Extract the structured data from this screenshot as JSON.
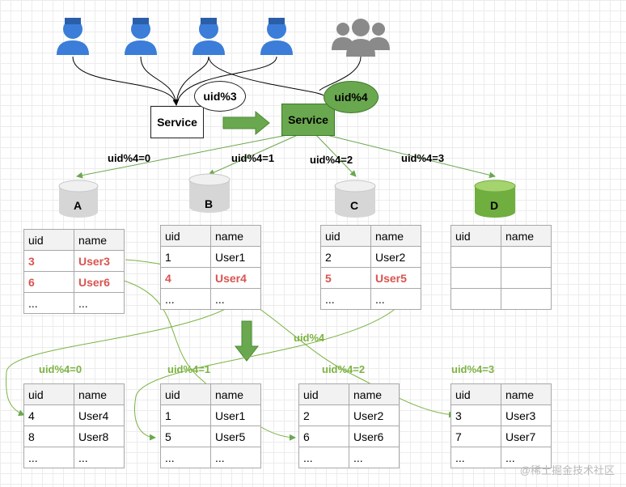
{
  "services": {
    "old": {
      "label": "Service",
      "callout": "uid%3"
    },
    "new": {
      "label": "Service",
      "callout": "uid%4"
    }
  },
  "route_labels": [
    "uid%4=0",
    "uid%4=1",
    "uid%4=2",
    "uid%4=3"
  ],
  "databases": [
    "A",
    "B",
    "C",
    "D"
  ],
  "migration_label": "uid%4",
  "bottom_labels": [
    "uid%4=0",
    "uid%4=1",
    "uid%4=2",
    "uid%4=3"
  ],
  "columns": [
    "uid",
    "name"
  ],
  "top_tables": [
    {
      "rows": [
        [
          "3",
          "User3"
        ],
        [
          "6",
          "User6"
        ],
        [
          "...",
          "..."
        ]
      ],
      "highlight": [
        0,
        1
      ]
    },
    {
      "rows": [
        [
          "1",
          "User1"
        ],
        [
          "4",
          "User4"
        ],
        [
          "...",
          "..."
        ]
      ],
      "highlight": [
        1
      ]
    },
    {
      "rows": [
        [
          "2",
          "User2"
        ],
        [
          "5",
          "User5"
        ],
        [
          "...",
          "..."
        ]
      ],
      "highlight": [
        1
      ]
    },
    {
      "rows": [
        [
          "",
          ""
        ],
        [
          "",
          ""
        ],
        [
          "",
          ""
        ]
      ],
      "highlight": []
    }
  ],
  "bottom_tables": [
    {
      "rows": [
        [
          "4",
          "User4"
        ],
        [
          "8",
          "User8"
        ],
        [
          "...",
          "..."
        ]
      ]
    },
    {
      "rows": [
        [
          "1",
          "User1"
        ],
        [
          "5",
          "User5"
        ],
        [
          "...",
          "..."
        ]
      ]
    },
    {
      "rows": [
        [
          "2",
          "User2"
        ],
        [
          "6",
          "User6"
        ],
        [
          "...",
          "..."
        ]
      ]
    },
    {
      "rows": [
        [
          "3",
          "User3"
        ],
        [
          "7",
          "User7"
        ],
        [
          "...",
          "..."
        ]
      ]
    }
  ],
  "watermark": "@稀土掘金技术社区",
  "colors": {
    "user": "#3b7dd8",
    "group": "#8a8a8a",
    "accent": "#6aa84f",
    "highlight": "#d9534f"
  }
}
